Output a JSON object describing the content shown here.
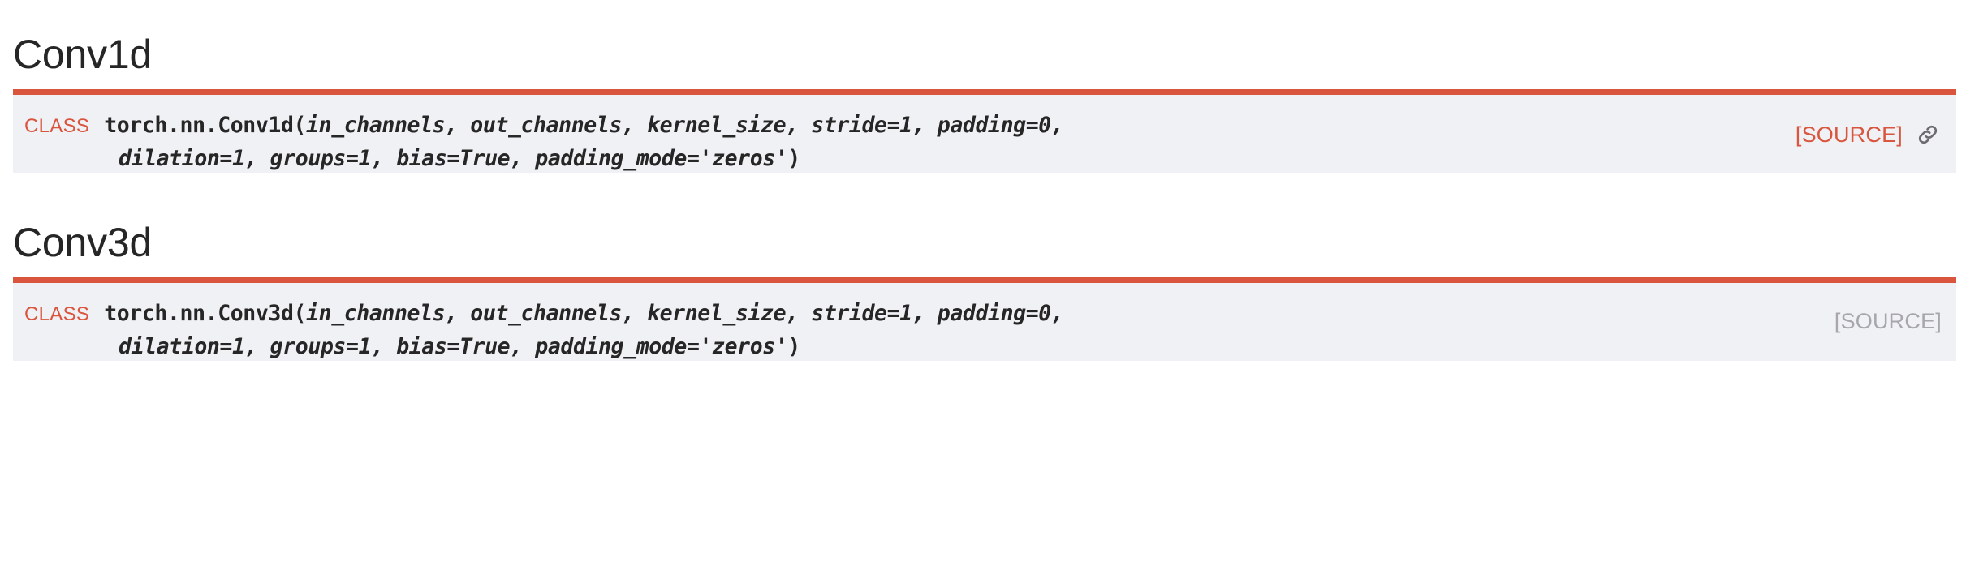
{
  "sections": [
    {
      "title": "Conv1d",
      "signature": {
        "kind_label": "CLASS",
        "qualified_name": "torch.nn.Conv1d",
        "open_paren": "(",
        "line1_params": "in_channels, out_channels, kernel_size, stride=1, padding=0,",
        "line2_params": "dilation=1, groups=1, bias=True, padding_mode='zeros'",
        "close_paren": ")",
        "full_signature": "torch.nn.Conv1d(in_channels, out_channels, kernel_size, stride=1, padding=0, dilation=1, groups=1, bias=True, padding_mode='zeros')"
      },
      "source_label": "[SOURCE]",
      "source_state": "active",
      "headerlink_icon": "link-chain-icon",
      "has_headerlink": true
    },
    {
      "title": "Conv3d",
      "signature": {
        "kind_label": "CLASS",
        "qualified_name": "torch.nn.Conv3d",
        "open_paren": "(",
        "line1_params": "in_channels, out_channels, kernel_size, stride=1, padding=0,",
        "line2_params": "dilation=1, groups=1, bias=True, padding_mode='zeros'",
        "close_paren": ")",
        "full_signature": "torch.nn.Conv3d(in_channels, out_channels, kernel_size, stride=1, padding=0, dilation=1, groups=1, bias=True, padding_mode='zeros')"
      },
      "source_label": "[SOURCE]",
      "source_state": "muted",
      "headerlink_icon": "link-chain-icon",
      "has_headerlink": false
    }
  ],
  "colors": {
    "accent": "#d9553e",
    "panel_bg": "#f0f1f4",
    "page_bg": "#ffffff",
    "text": "#262626",
    "muted": "#a6a6ac",
    "icon": "#6b6b70"
  }
}
